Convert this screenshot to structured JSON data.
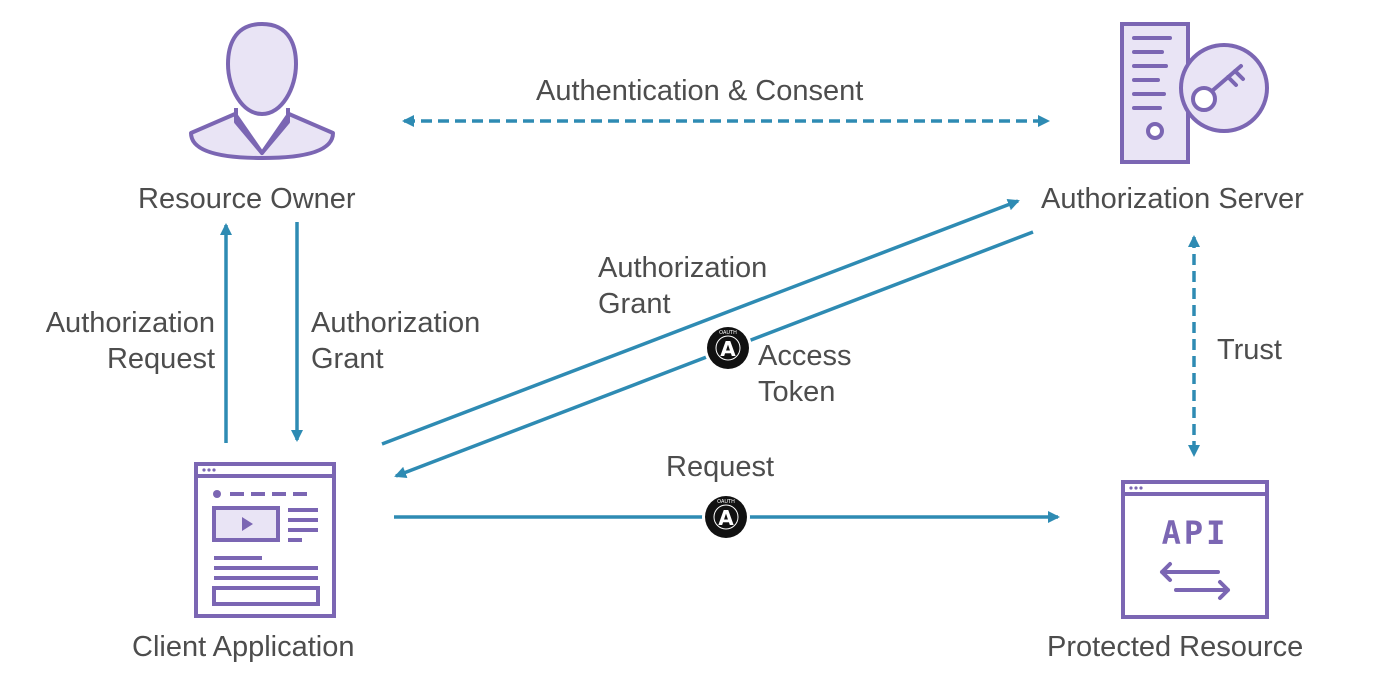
{
  "nodes": {
    "resource_owner": "Resource Owner",
    "authorization_server": "Authorization Server",
    "client_application": "Client Application",
    "protected_resource": "Protected Resource"
  },
  "edges": {
    "authentication_consent": "Authentication & Consent",
    "authorization_request": [
      "Authorization",
      "Request"
    ],
    "authorization_grant_left": [
      "Authorization",
      "Grant"
    ],
    "authorization_grant_diag": [
      "Authorization",
      "Grant"
    ],
    "access_token": [
      "Access",
      "Token"
    ],
    "trust": "Trust",
    "request": "Request"
  },
  "icons": {
    "api_text": "API",
    "badge_letter": "A",
    "badge_ring_text": "OAUTH"
  },
  "colors": {
    "arrow": "#2e8bb3",
    "icon": "#7b66b3",
    "icon_fill": "#e9e4f5",
    "text": "#4d4d4d",
    "badge": "#111111"
  }
}
